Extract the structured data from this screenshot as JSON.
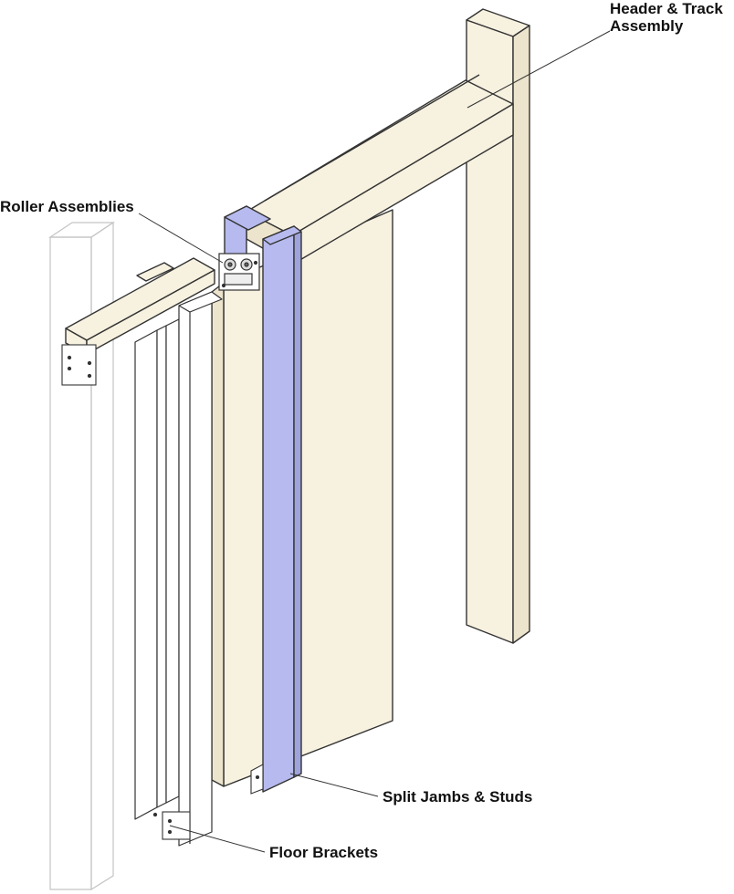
{
  "labels": {
    "header_track_line1": "Header & Track",
    "header_track_line2": "Assembly",
    "roller_assemblies": "Roller Assemblies",
    "split_jambs_studs": "Split Jambs & Studs",
    "floor_brackets": "Floor Brackets"
  },
  "colors": {
    "wood": "#f7f1df",
    "jamb": "#b6baee",
    "outline": "#333333",
    "faint": "#bbbbbb",
    "background": "#ffffff"
  }
}
